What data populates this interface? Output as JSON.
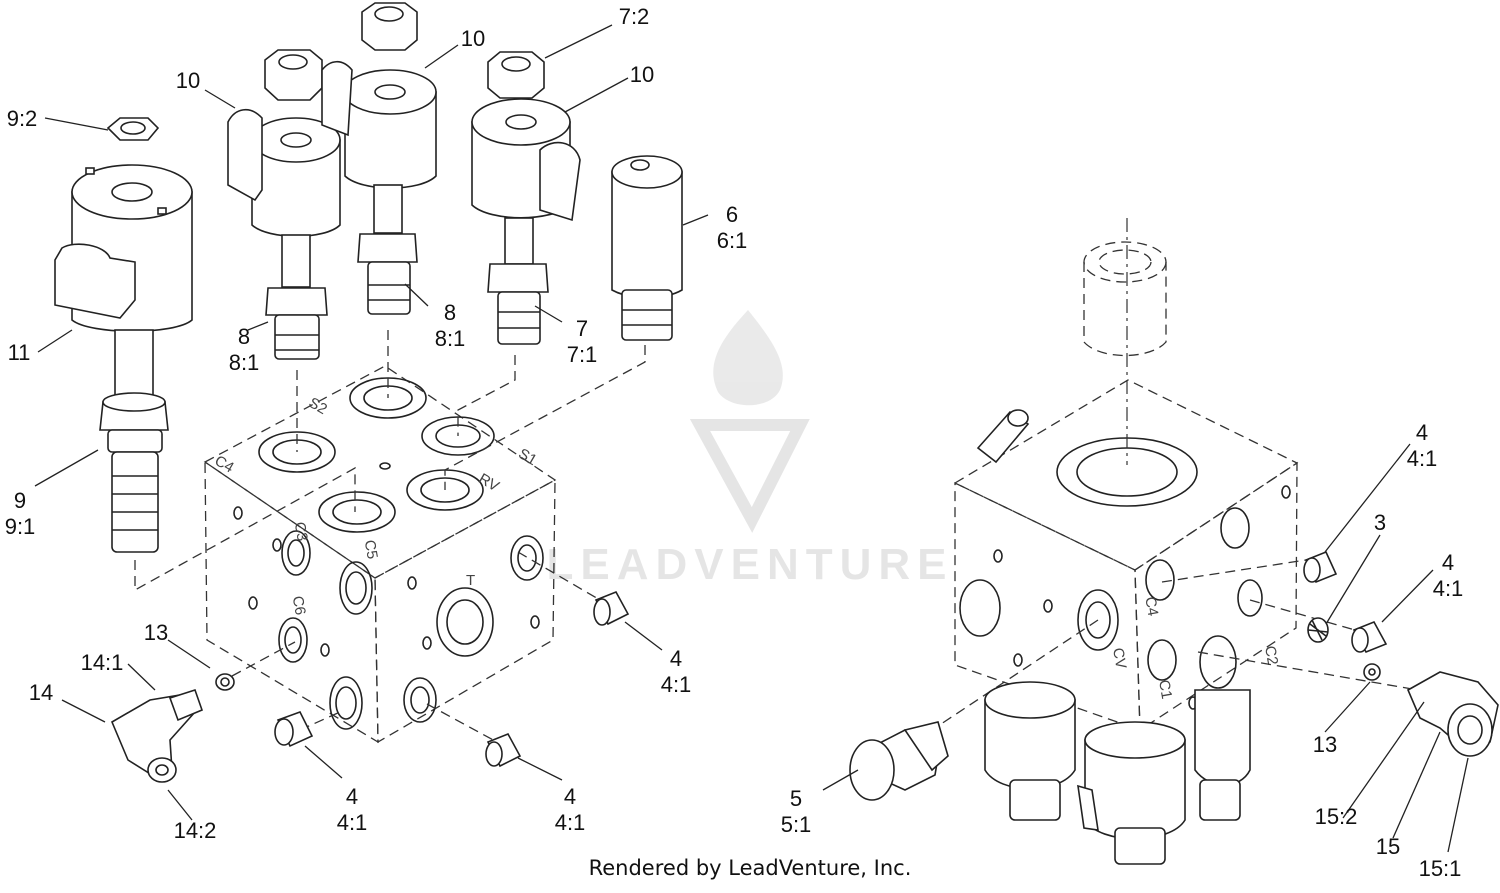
{
  "callouts": {
    "c9_2": "9:2",
    "c10a": "10",
    "c10b": "10",
    "c10c": "10",
    "c7_2": "7:2",
    "c6": "6",
    "c6_1": "6:1",
    "c11": "11",
    "c8a": "8",
    "c8a_1": "8:1",
    "c8b": "8",
    "c8b_1": "8:1",
    "c7": "7",
    "c7_1": "7:1",
    "c9": "9",
    "c9_1": "9:1",
    "c13a": "13",
    "c14_1": "14:1",
    "c14": "14",
    "c14_2": "14:2",
    "c4a": "4",
    "c4a_1": "4:1",
    "c4b": "4",
    "c4b_1": "4:1",
    "c4c": "4",
    "c4c_1": "4:1",
    "c4d": "4",
    "c4d_1": "4:1",
    "c3": "3",
    "c4e": "4",
    "c4e_1": "4:1",
    "c13b": "13",
    "c5": "5",
    "c5_1": "5:1",
    "c15_2": "15:2",
    "c15": "15",
    "c15_1": "15:1"
  },
  "port_labels": {
    "s2": "S2",
    "s1": "S1",
    "rv": "RV",
    "c4": "C4",
    "c3": "C3",
    "c5": "C5",
    "c6": "C6",
    "t": "T",
    "c4r": "C4",
    "cv": "CV",
    "c1": "C1",
    "c2": "C2"
  },
  "watermark": "LEADVENTURE",
  "footer": "Rendered by LeadVenture, Inc.",
  "colors": {
    "line": "#222222",
    "watermark": "#cfcfcf"
  }
}
